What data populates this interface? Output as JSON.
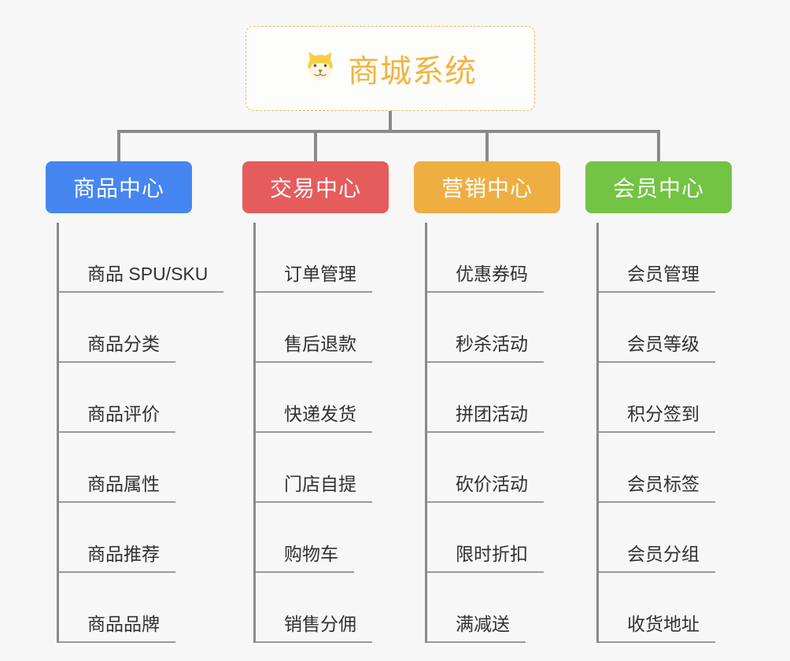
{
  "root": {
    "icon": "shiba-dog-face-icon",
    "icon_glyph": "🐕",
    "title": "商城系统",
    "title_color": "#f2b441",
    "border_color": "#eab764"
  },
  "connector_color": "#8a8a8a",
  "columns": [
    {
      "id": "product-center",
      "label": "商品中心",
      "color": "#4586f0",
      "items": [
        "商品 SPU/SKU",
        "商品分类",
        "商品评价",
        "商品属性",
        "商品推荐",
        "商品品牌"
      ]
    },
    {
      "id": "trade-center",
      "label": "交易中心",
      "color": "#e55c5c",
      "items": [
        "订单管理",
        "售后退款",
        "快递发货",
        "门店自提",
        "购物车",
        "销售分佣"
      ]
    },
    {
      "id": "marketing-center",
      "label": "营销中心",
      "color": "#eeae42",
      "items": [
        "优惠券码",
        "秒杀活动",
        "拼团活动",
        "砍价活动",
        "限时折扣",
        "满减送"
      ]
    },
    {
      "id": "member-center",
      "label": "会员中心",
      "color": "#73c344",
      "items": [
        "会员管理",
        "会员等级",
        "积分签到",
        "会员标签",
        "会员分组",
        "收货地址"
      ]
    }
  ]
}
